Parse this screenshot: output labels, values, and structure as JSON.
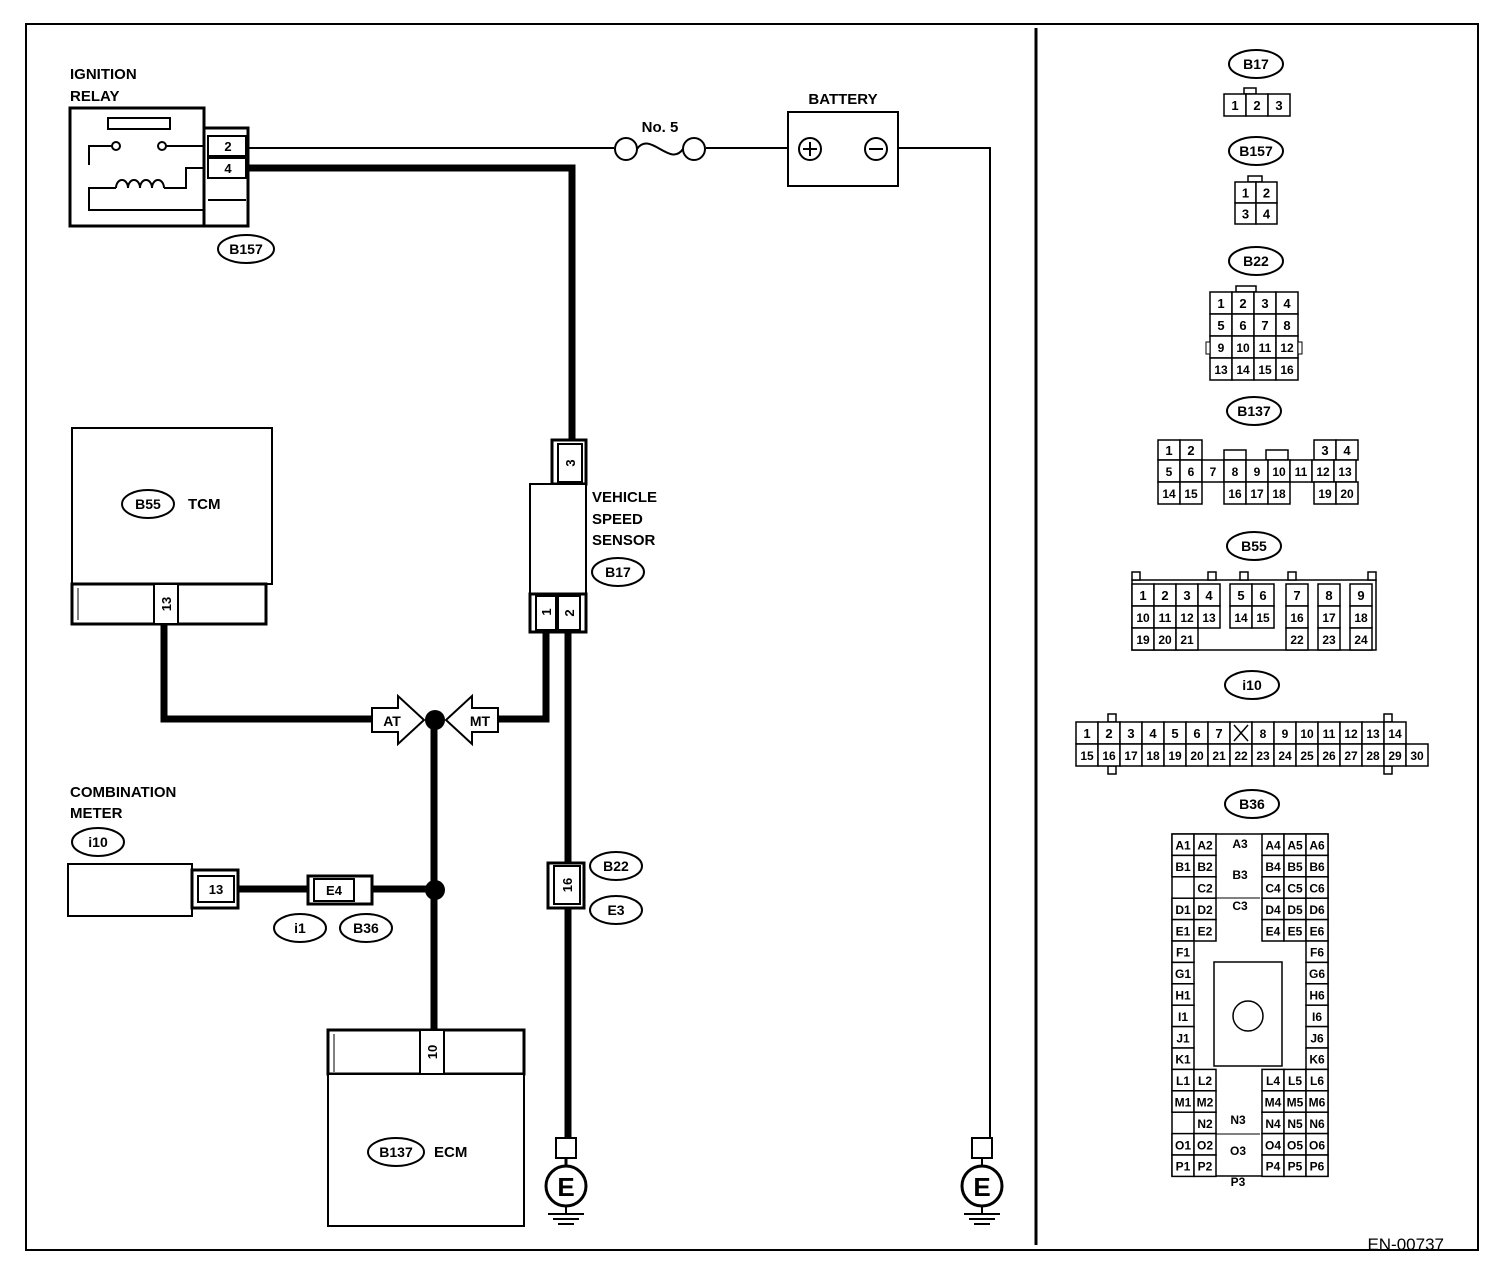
{
  "figure_code": "EN-00737",
  "components": {
    "ignition_relay": {
      "label_line1": "IGNITION",
      "label_line2": "RELAY",
      "connector": "B157",
      "pin_top": "2",
      "pin_bottom": "4"
    },
    "fuse": {
      "label": "No. 5"
    },
    "battery": {
      "label": "BATTERY",
      "plus": "⊕",
      "minus": "⊖"
    },
    "tcm": {
      "connector": "B55",
      "label": "TCM",
      "pin": "13"
    },
    "vehicle_speed_sensor": {
      "label_line1": "VEHICLE",
      "label_line2": "SPEED",
      "label_line3": "SENSOR",
      "connector": "B17",
      "pin_top": "3",
      "pin_1": "1",
      "pin_2": "2"
    },
    "junction": {
      "at": "AT",
      "mt": "MT"
    },
    "combination_meter": {
      "label_line1": "COMBINATION",
      "label_line2": "METER",
      "connector": "i10",
      "pin": "13"
    },
    "joint_e4": {
      "pin": "E4",
      "connector_left": "i1",
      "connector_right": "B36"
    },
    "joint_16": {
      "pin": "16",
      "connector_top": "B22",
      "connector_bottom": "E3"
    },
    "ecm": {
      "connector": "B137",
      "label": "ECM",
      "pin": "10"
    },
    "ground_left": {
      "label": "E"
    },
    "ground_right": {
      "label": "E"
    }
  },
  "connector_views": {
    "b17": {
      "name": "B17",
      "pins": [
        "1",
        "2",
        "3"
      ]
    },
    "b157": {
      "name": "B157",
      "pins": [
        "1",
        "2",
        "3",
        "4"
      ]
    },
    "b22": {
      "name": "B22",
      "pins": [
        "1",
        "2",
        "3",
        "4",
        "5",
        "6",
        "7",
        "8",
        "9",
        "10",
        "11",
        "12",
        "13",
        "14",
        "15",
        "16"
      ]
    },
    "b137": {
      "name": "B137",
      "row1_left": [
        "1",
        "2"
      ],
      "row1_right": [
        "3",
        "4"
      ],
      "row2": [
        "5",
        "6",
        "7",
        "8",
        "9",
        "10",
        "11",
        "12",
        "13"
      ],
      "row3_a": [
        "14",
        "15"
      ],
      "row3_b": [
        "16",
        "17",
        "18"
      ],
      "row3_c": [
        "19",
        "20"
      ]
    },
    "b55": {
      "name": "B55",
      "row1_a": [
        "1",
        "2",
        "3",
        "4"
      ],
      "row1_b": [
        "5",
        "6"
      ],
      "row1_c": [
        "7"
      ],
      "row1_d": [
        "8"
      ],
      "row1_e": [
        "9"
      ],
      "row2_a": [
        "10",
        "11",
        "12",
        "13"
      ],
      "row2_b": [
        "14",
        "15"
      ],
      "row2_c": [
        "16"
      ],
      "row2_d": [
        "17"
      ],
      "row2_e": [
        "18"
      ],
      "row3_a": [
        "19",
        "20",
        "21"
      ],
      "row3_c": [
        "22"
      ],
      "row3_d": [
        "23"
      ],
      "row3_e": [
        "24"
      ]
    },
    "i10": {
      "name": "i10",
      "row1_a": [
        "1",
        "2",
        "3",
        "4",
        "5",
        "6",
        "7"
      ],
      "row1_b": [
        "8",
        "9",
        "10",
        "11",
        "12",
        "13",
        "14"
      ],
      "row2": [
        "15",
        "16",
        "17",
        "18",
        "19",
        "20",
        "21",
        "22",
        "23",
        "24",
        "25",
        "26",
        "27",
        "28",
        "29",
        "30"
      ]
    },
    "b36": {
      "name": "B36",
      "left_pins": [
        [
          "A1",
          "A2"
        ],
        [
          "B1",
          "B2"
        ],
        [
          "",
          "C2"
        ],
        [
          "D1",
          "D2"
        ],
        [
          "E1",
          "E2"
        ],
        [
          "F1"
        ],
        [
          "G1"
        ],
        [
          "H1"
        ],
        [
          "I1"
        ],
        [
          "J1"
        ],
        [
          "K1"
        ],
        [
          "L1",
          "L2"
        ],
        [
          "M1",
          "M2"
        ],
        [
          "",
          "N2"
        ],
        [
          "O1",
          "O2"
        ],
        [
          "P1",
          "P2"
        ]
      ],
      "right_pins": [
        [
          "A4",
          "A5",
          "A6"
        ],
        [
          "B4",
          "B5",
          "B6"
        ],
        [
          "C4",
          "C5",
          "C6"
        ],
        [
          "D4",
          "D5",
          "D6"
        ],
        [
          "E4",
          "E5",
          "E6"
        ],
        [
          "F6"
        ],
        [
          "G6"
        ],
        [
          "H6"
        ],
        [
          "I6"
        ],
        [
          "J6"
        ],
        [
          "K6"
        ],
        [
          "L4",
          "L5",
          "L6"
        ],
        [
          "M4",
          "M5",
          "M6"
        ],
        [
          "N4",
          "N5",
          "N6"
        ],
        [
          "O4",
          "O5",
          "O6"
        ],
        [
          "P4",
          "P5",
          "P6"
        ]
      ],
      "center_top": [
        "A3",
        "B3",
        "C3"
      ],
      "center_bottom": [
        "N3",
        "O3",
        "P3"
      ]
    }
  }
}
